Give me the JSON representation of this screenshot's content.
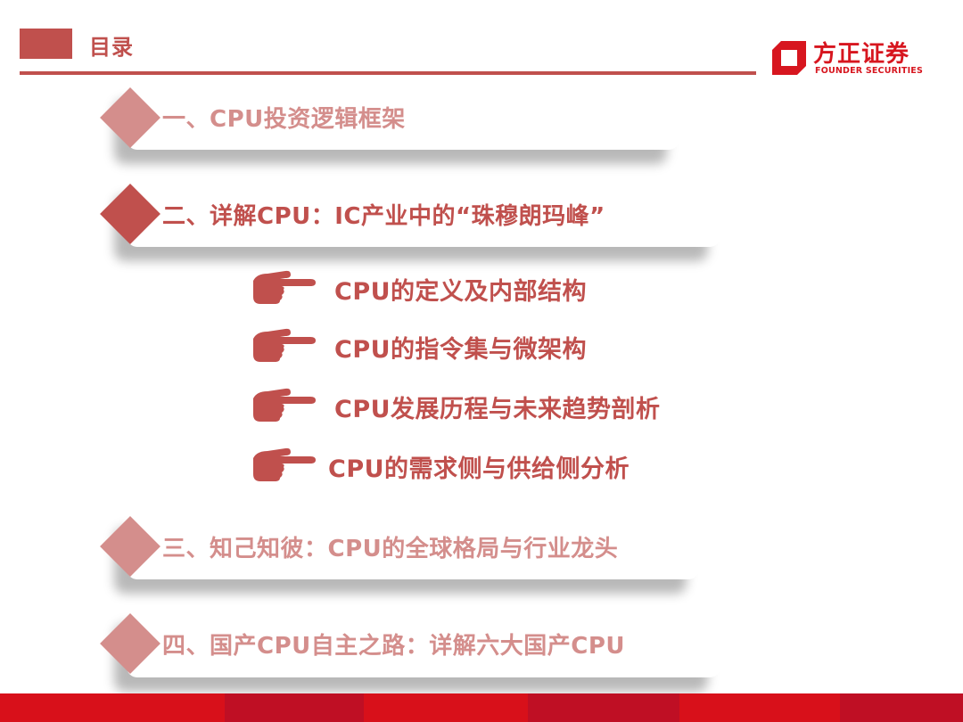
{
  "header": {
    "title": "目录"
  },
  "logo": {
    "name_cn": "方正证券",
    "name_en": "FOUNDER SECURITIES",
    "icon": "founder-logo-icon"
  },
  "colors": {
    "accent": "#c0504d",
    "accent_faded": "#d48e8c",
    "brand_red": "#d7161f",
    "footer_light": "#d8101a",
    "footer_dark": "#bf0f24"
  },
  "sections": [
    {
      "label": "一、CPU投资逻辑框架",
      "active": false,
      "icon": "diamond-bullet-icon"
    },
    {
      "label": "二、详解CPU：IC产业中的“珠穆朗玛峰”",
      "active": true,
      "icon": "diamond-bullet-icon"
    },
    {
      "label": "三、知己知彼：CPU的全球格局与行业龙头",
      "active": false,
      "icon": "diamond-bullet-icon"
    },
    {
      "label": "四、国产CPU自主之路：详解六大国产CPU",
      "active": false,
      "icon": "diamond-bullet-icon"
    }
  ],
  "subsections": [
    {
      "label": "CPU的定义及内部结构",
      "icon": "pointing-hand-icon"
    },
    {
      "label": "CPU的指令集与微架构",
      "icon": "pointing-hand-icon"
    },
    {
      "label": "CPU发展历程与未来趋势剖析",
      "icon": "pointing-hand-icon"
    },
    {
      "label": "CPU的需求侧与供给侧分析",
      "icon": "pointing-hand-icon"
    }
  ]
}
